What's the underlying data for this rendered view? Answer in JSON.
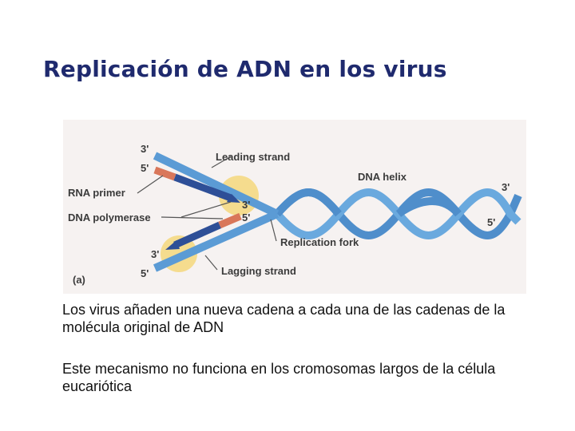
{
  "slide": {
    "title": "Replicación de ADN en los virus",
    "paragraph_1": "Los virus añaden una nueva cadena a cada una de las cadenas de la molécula original de ADN",
    "paragraph_2": "Este mecanismo no funciona en los cromosomas largos de la célula eucariótica"
  },
  "figure": {
    "labels": {
      "leading_strand": "Leading strand",
      "dna_helix": "DNA helix",
      "rna_primer": "RNA primer",
      "dna_polymerase": "DNA polymerase",
      "replication_fork": "Replication fork",
      "lagging_strand": "Lagging strand",
      "panel": "(a)"
    },
    "ends": {
      "top_3": "3'",
      "top_5": "5'",
      "mid_3": "3'",
      "mid_5": "5'",
      "bottom_3": "3'",
      "bottom_5": "5'",
      "right_3": "3'",
      "right_5": "5'"
    },
    "colors": {
      "strand_light": "#5b9bd5",
      "strand_dark": "#2e4f97",
      "primer": "#d9775a",
      "polymerase": "#f5dc8e",
      "background": "#f6f2f1",
      "title": "#1f2a6e"
    }
  }
}
